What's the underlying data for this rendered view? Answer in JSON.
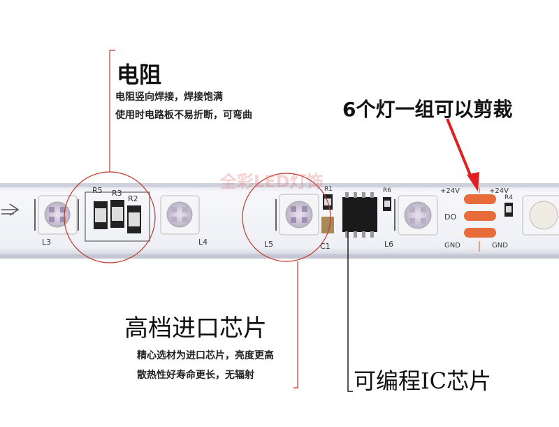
{
  "resistor": {
    "title": "电阻",
    "desc_line1": "电阻竖向焊接，焊接饱满",
    "desc_line2": "使用时电路板不易折断，可弯曲"
  },
  "cut": {
    "title": "6个灯一组可以剪裁"
  },
  "chip": {
    "title": "高档进口芯片",
    "desc_line1": "精心选材为进口芯片，亮度更高",
    "desc_line2": "散热性好寿命更长，无辐射"
  },
  "ic": {
    "title": "可编程IC芯片"
  },
  "watermark": "全彩LED灯饰",
  "pcb_labels": {
    "l3": "L3",
    "r5": "R5",
    "r3": "R3",
    "r2": "R2",
    "l4": "L4",
    "l5": "L5",
    "r1": "R1",
    "c1": "C1",
    "r6": "R6",
    "l6": "L6",
    "v1": "+24V",
    "v2": "+24V",
    "do": "DO",
    "r4": "R4",
    "gnd1": "GND",
    "gnd2": "GND"
  },
  "colors": {
    "callout": "#c0392b",
    "arrow": "#e02020",
    "pad": "#e86c3a",
    "strip": "#f1f2f6"
  }
}
